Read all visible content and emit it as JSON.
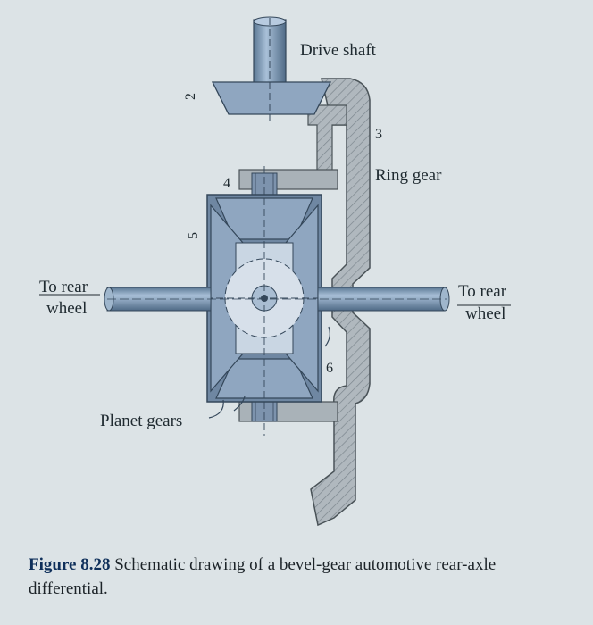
{
  "diagram": {
    "labels": {
      "drive_shaft": "Drive shaft",
      "ring_gear": "Ring gear",
      "to_rear_wheel_left": "To rear wheel",
      "to_rear_wheel_left_line1": "To rear",
      "to_rear_wheel_left_line2": "wheel",
      "to_rear_wheel_right_line1": "To rear",
      "to_rear_wheel_right_line2": "wheel",
      "planet_gears": "Planet gears"
    },
    "part_numbers": [
      "2",
      "3",
      "4",
      "5",
      "6"
    ]
  },
  "caption": {
    "figure_label": "Figure 8.28",
    "text": " Schematic drawing of a bevel-gear automotive rear-axle differential."
  },
  "colors": {
    "page_background": "#dce3e6",
    "gear_blue": "#8fa6c0",
    "gear_dark": "#5f7894",
    "housing_gray": "#a9b2b8",
    "caption_blue": "#0e2f5a"
  }
}
